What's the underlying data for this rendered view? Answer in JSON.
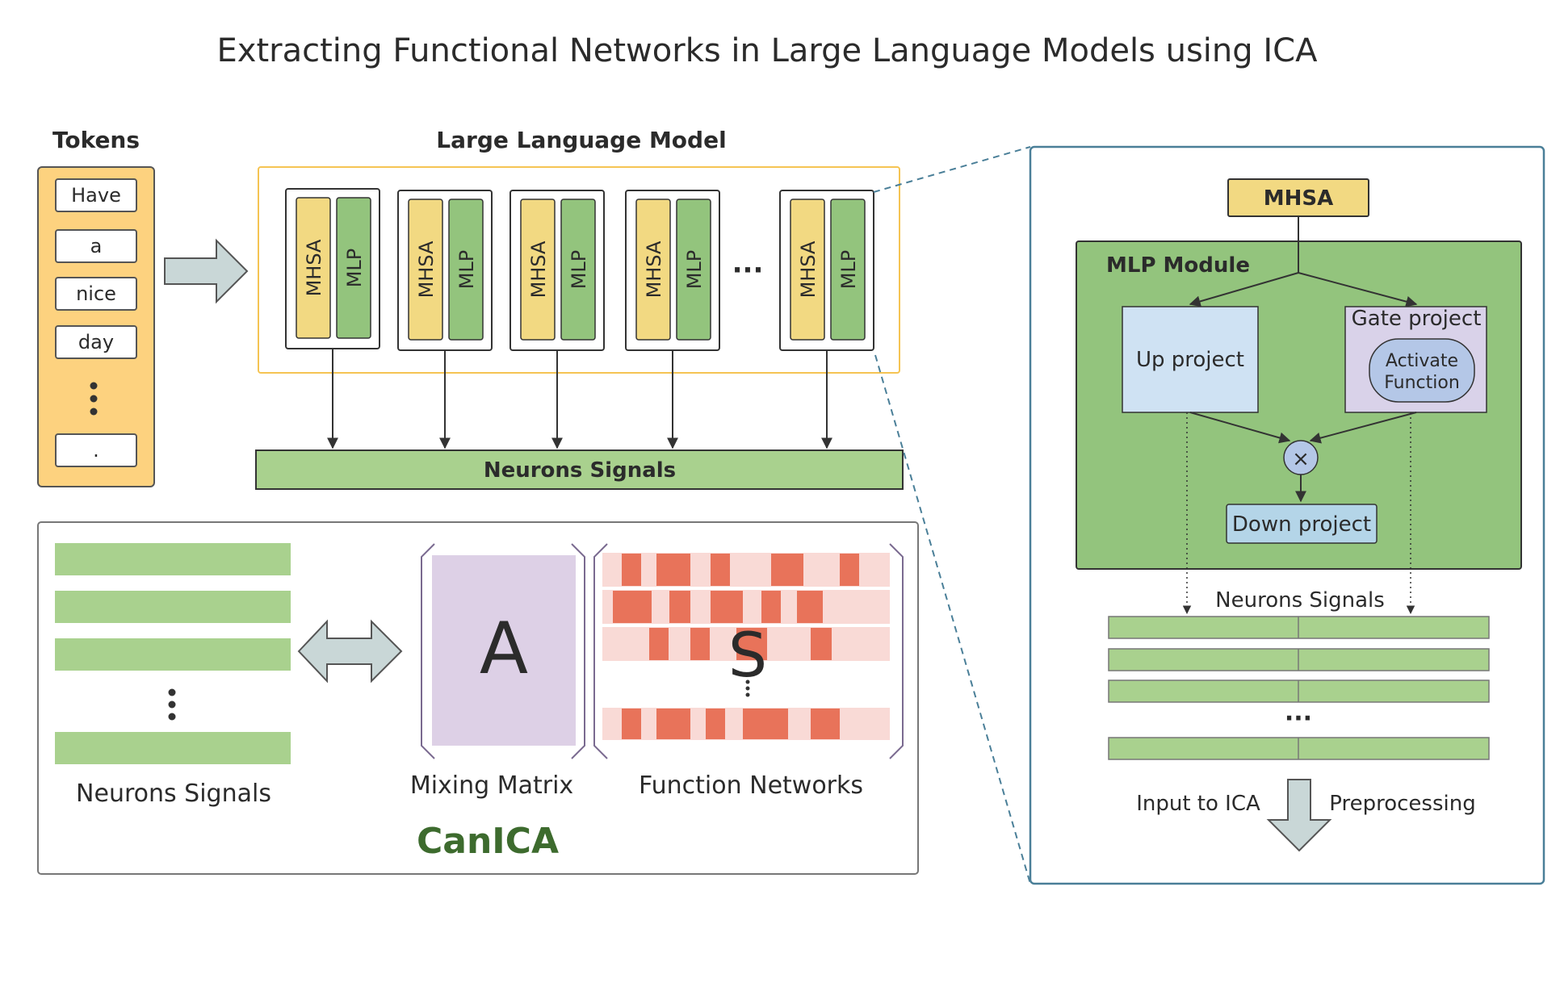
{
  "title": "Extracting Functional Networks in Large Language Models using ICA",
  "tokens": {
    "heading": "Tokens",
    "items": [
      "Have",
      "a",
      "nice",
      "day",
      "."
    ]
  },
  "llm": {
    "heading": "Large Language Model",
    "mhsa_label": "MHSA",
    "mlp_label": "MLP",
    "ellipsis": "···",
    "signals_label": "Neurons Signals"
  },
  "canica": {
    "signals_label": "Neurons Signals",
    "mixing_letter": "A",
    "mixing_label": "Mixing Matrix",
    "source_letter": "S",
    "source_label": "Function Networks",
    "name": "CanICA"
  },
  "detail": {
    "mhsa": "MHSA",
    "module_label": "MLP Module",
    "up_project": "Up project",
    "gate_project": "Gate project",
    "activate_line1": "Activate",
    "activate_line2": "Function",
    "multiply_symbol": "×",
    "down_project": "Down project",
    "signals_label": "Neurons Signals",
    "ellipsis": "···",
    "input_label": "Input to ICA",
    "preprocess_label": "Preprocessing"
  },
  "colors": {
    "token_panel": "#fdd27f",
    "mhsa": "#f2d982",
    "mlp": "#93c47d",
    "signals": "#a9d18e",
    "mixing": "#ddd0e6",
    "source_light": "#f9dad6",
    "source_dark": "#e8735a",
    "up_project": "#cfe2f3",
    "gate_project": "#d9d2e9",
    "activate": "#b4c7e7",
    "dashed_line": "#4a7f98",
    "canica_text": "#3d6b2e"
  }
}
